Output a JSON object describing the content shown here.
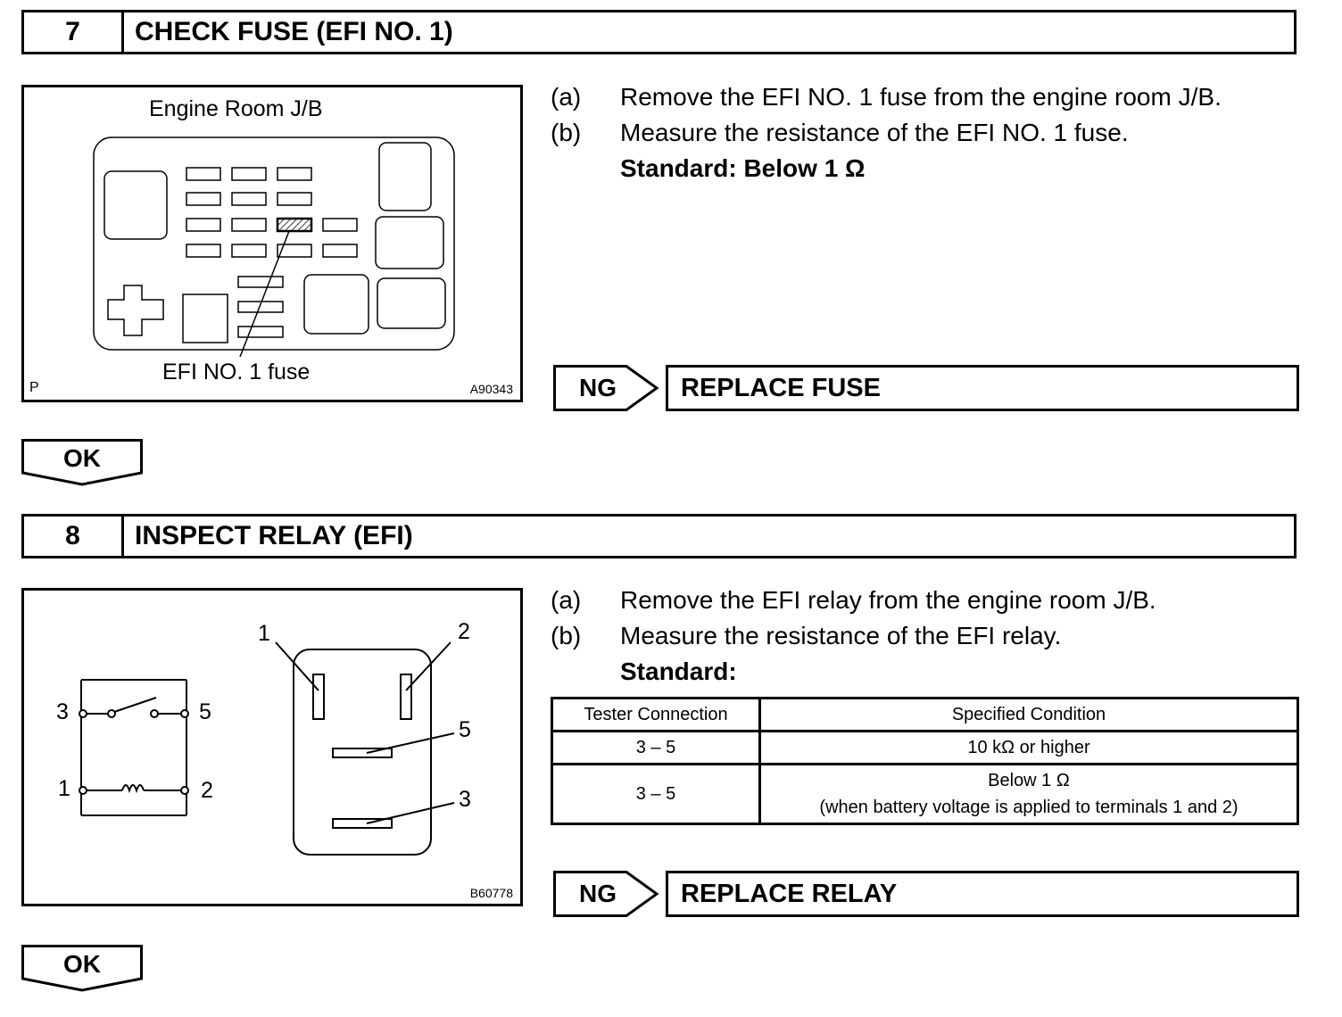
{
  "step7": {
    "number": "7",
    "title": "CHECK FUSE (EFI NO. 1)",
    "figure": {
      "label_top": "Engine Room J/B",
      "label_bottom": "EFI NO. 1 fuse",
      "corner_letter": "P",
      "code": "A90343"
    },
    "instructions": [
      {
        "label": "(a)",
        "text": "Remove the EFI NO. 1 fuse from the engine room J/B."
      },
      {
        "label": "(b)",
        "text": "Measure the resistance of the EFI NO. 1 fuse."
      }
    ],
    "standard": "Standard: Below 1 Ω",
    "ng_label": "NG",
    "ng_action": "REPLACE FUSE",
    "ok_label": "OK"
  },
  "step8": {
    "number": "8",
    "title": "INSPECT RELAY (EFI)",
    "figure": {
      "code": "B60778",
      "schematic_terminals": [
        "3",
        "5",
        "1",
        "2"
      ],
      "relay_terminals": [
        "1",
        "2",
        "5",
        "3"
      ]
    },
    "instructions": [
      {
        "label": "(a)",
        "text": "Remove the EFI relay from the engine room J/B."
      },
      {
        "label": "(b)",
        "text": "Measure the resistance of the EFI relay."
      }
    ],
    "standard": "Standard:",
    "table": {
      "headers": [
        "Tester Connection",
        "Specified Condition"
      ],
      "rows": [
        {
          "connection": "3 – 5",
          "condition": "10 kΩ or higher",
          "note": ""
        },
        {
          "connection": "3 – 5",
          "condition": "Below 1 Ω",
          "note": "(when battery voltage is applied to terminals 1 and 2)"
        }
      ]
    },
    "ng_label": "NG",
    "ng_action": "REPLACE RELAY",
    "ok_label": "OK"
  }
}
